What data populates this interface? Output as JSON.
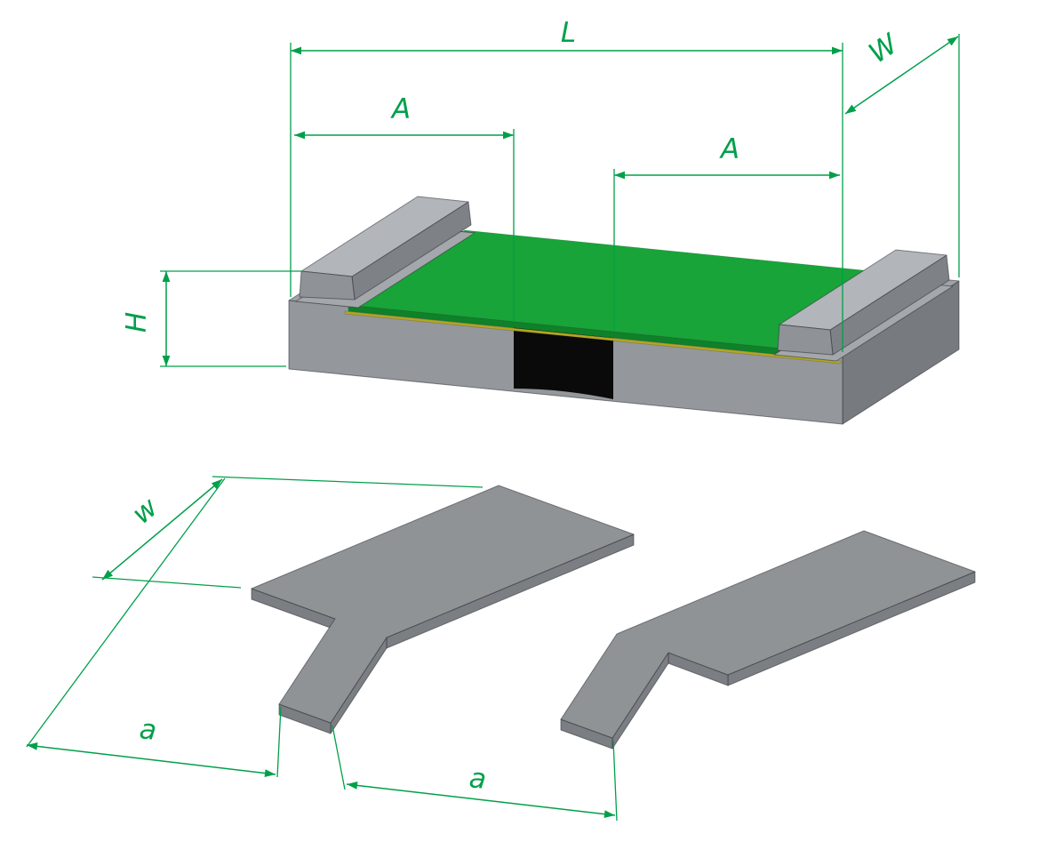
{
  "figure": {
    "background": "#ffffff",
    "dimension_color": "#00a04a",
    "labels": {
      "length": "L",
      "width": "W",
      "overlap_left": "A",
      "overlap_right": "A",
      "height": "H",
      "pad_width": "w",
      "pad_length_left": "a",
      "pad_length_right": "a"
    },
    "colors": {
      "body_top": "#9fa2a6",
      "body_front": "#94979b",
      "body_side": "#777a7e",
      "cap_base": "#a4a7ab",
      "cap_top": "#b2b5b9",
      "cap_front": "#8f9296",
      "cap_side": "#7e8185",
      "coating_green": "#18a438",
      "coating_edge": "#0e8129",
      "electrode_yellow": "#b3a622",
      "trim_black": "#0a0a0a",
      "pad_top": "#909396",
      "pad_side": "#7b7e82"
    }
  }
}
